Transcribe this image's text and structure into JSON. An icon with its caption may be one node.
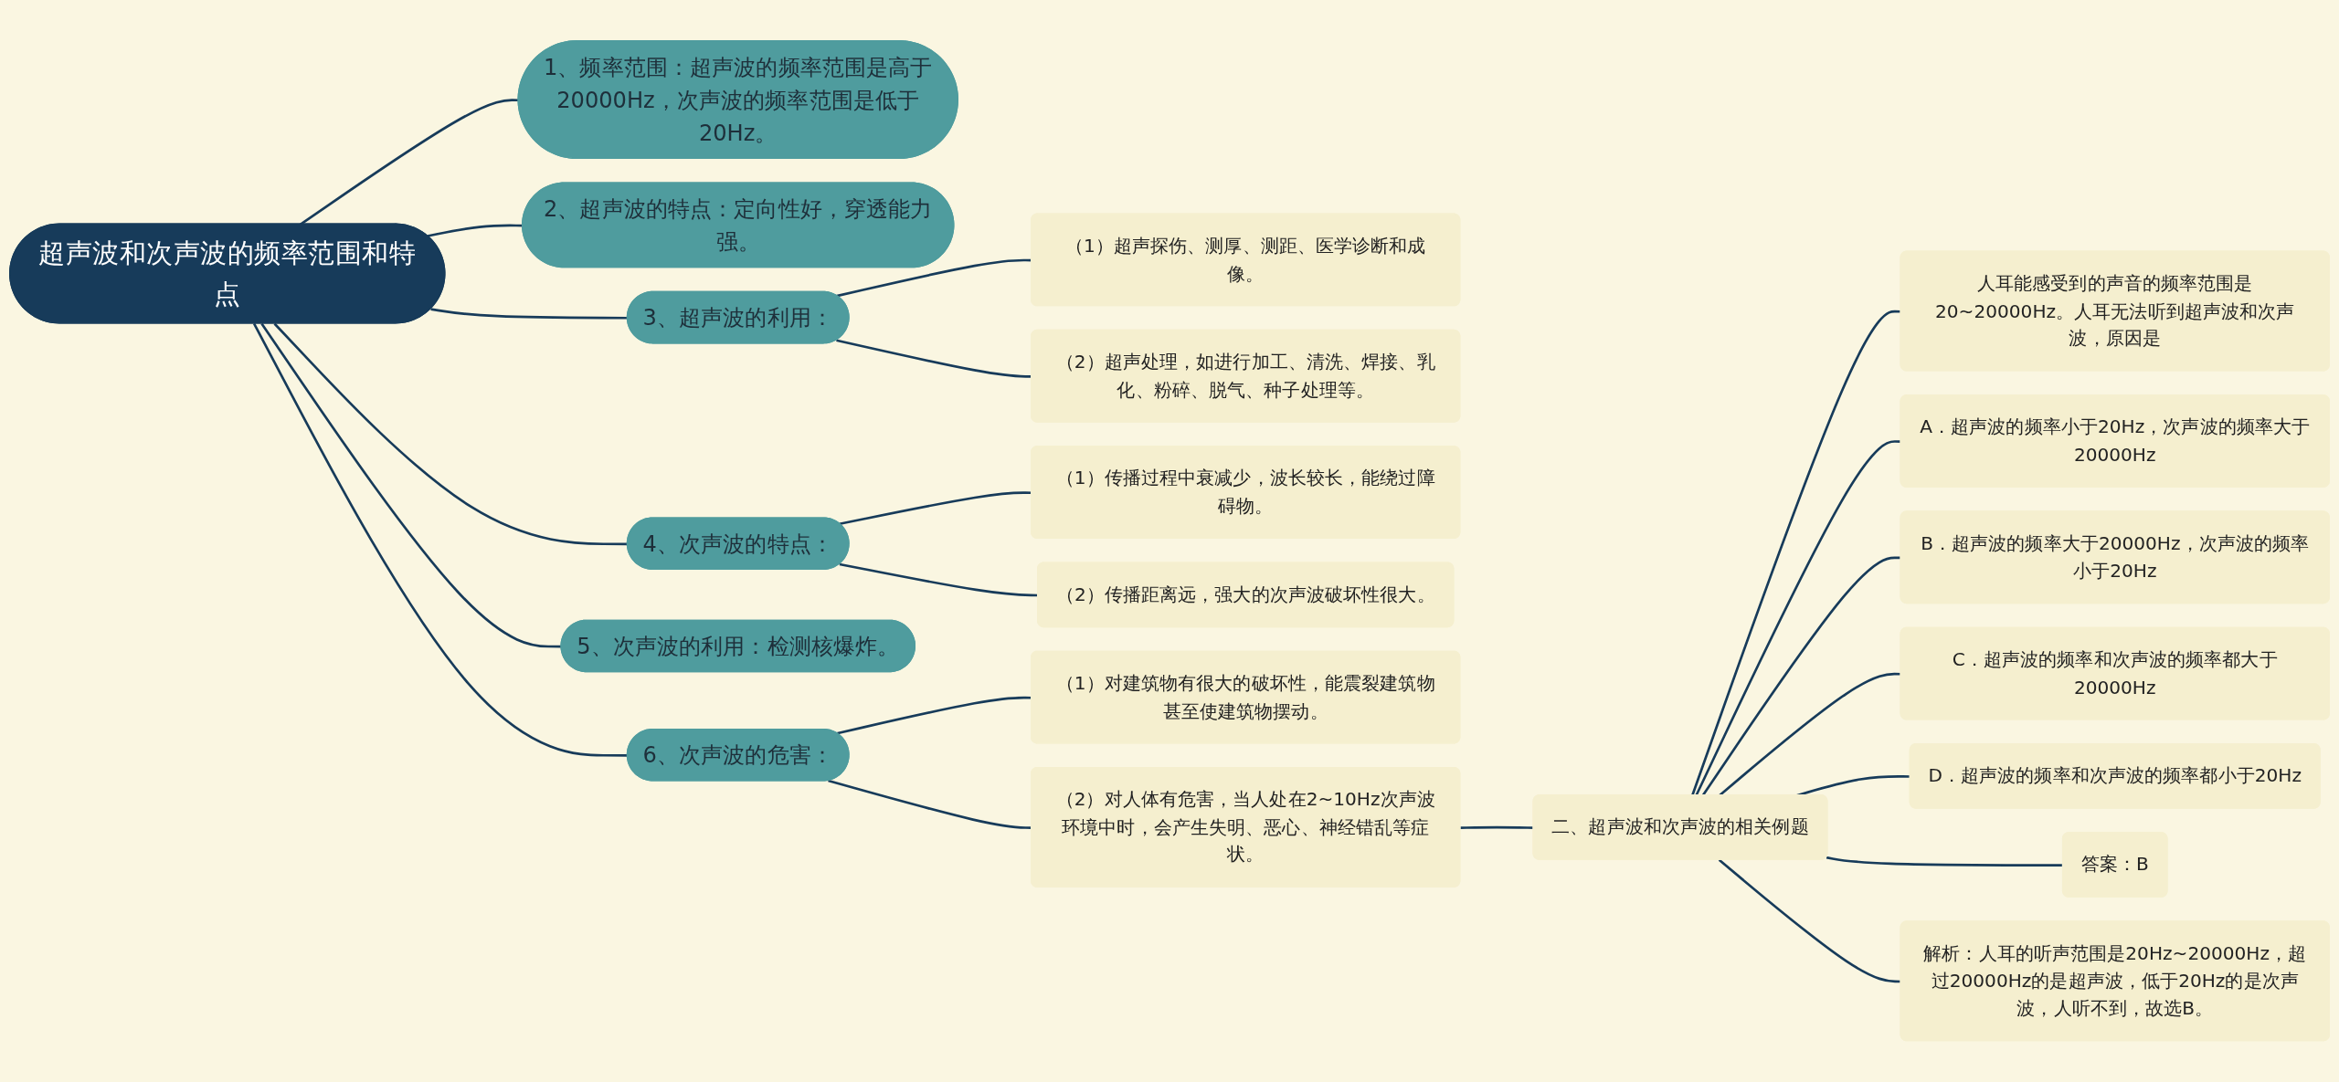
{
  "diagram": {
    "nodes": [
      {
        "text": [
          "超声波和次声波的频率范围和特点"
        ]
      },
      {
        "text": [
          "1、频率范围：超声波的频率范围是高于20000Hz，次声波的频率范围是低于20Hz。"
        ]
      },
      {
        "text": [
          "2、超声波的特点：定向性好，穿透能力强。"
        ]
      },
      {
        "text": [
          "3、超声波的利用："
        ]
      },
      {
        "text": [
          "（1）超声探伤、测厚、测距、医学诊断和成像。"
        ]
      },
      {
        "text": [
          "（2）超声处理，如进行加工、清洗、焊接、乳化、粉碎、脱气、种子处理等。"
        ]
      },
      {
        "text": [
          "4、次声波的特点："
        ]
      },
      {
        "text": [
          "（1）传播过程中衰减少，波长较长，能绕过障碍物。"
        ]
      },
      {
        "text": [
          "（2）传播距离远，强大的次声波破坏性很大。"
        ]
      },
      {
        "text": [
          "5、次声波的利用：检测核爆炸。"
        ]
      },
      {
        "text": [
          "6、次声波的危害："
        ]
      },
      {
        "text": [
          "（1）对建筑物有很大的破坏性，能震裂建筑物甚至使建筑物摆动。"
        ]
      },
      {
        "text": [
          "（2）对人体有危害，当人处在2~10Hz次声波环境中时，会产生失明、恶心、神经错乱等症状。"
        ]
      },
      {
        "text": [
          "二、超声波和次声波的相关例题"
        ]
      },
      {
        "text": [
          "人耳能感受到的声音的频率范围是20~20000Hz。人耳无法听到超声波和次声波，原因是"
        ]
      },
      {
        "text": [
          "A．超声波的频率小于20Hz，次声波的频率大于20000Hz"
        ]
      },
      {
        "text": [
          "B．超声波的频率大于20000Hz，次声波的频率小于20Hz"
        ]
      },
      {
        "text": [
          "C．超声波的频率和次声波的频率都大于20000Hz"
        ]
      },
      {
        "text": [
          "D．超声波的频率和次声波的频率都小于20Hz"
        ]
      },
      {
        "text": [
          "答案：B"
        ]
      },
      {
        "text": [
          "解析：人耳的听声范围是20Hz~20000Hz，超过20000Hz的是超声波，低于20Hz的是次声波，人听不到，故选B。"
        ]
      }
    ],
    "edges": [
      {
        "from": 0,
        "to": 1,
        "arrow": "none"
      },
      {
        "from": 0,
        "to": 2,
        "arrow": "none"
      },
      {
        "from": 0,
        "to": 3,
        "arrow": "none"
      },
      {
        "from": 3,
        "to": 4,
        "arrow": "none"
      },
      {
        "from": 3,
        "to": 5,
        "arrow": "none"
      },
      {
        "from": 0,
        "to": 6,
        "arrow": "none"
      },
      {
        "from": 6,
        "to": 7,
        "arrow": "none"
      },
      {
        "from": 6,
        "to": 8,
        "arrow": "none"
      },
      {
        "from": 0,
        "to": 9,
        "arrow": "none"
      },
      {
        "from": 0,
        "to": 10,
        "arrow": "none"
      },
      {
        "from": 10,
        "to": 11,
        "arrow": "none"
      },
      {
        "from": 10,
        "to": 12,
        "arrow": "none"
      },
      {
        "from": 12,
        "to": 13,
        "arrow": "none"
      },
      {
        "from": 13,
        "to": 14,
        "arrow": "none"
      },
      {
        "from": 13,
        "to": 15,
        "arrow": "none"
      },
      {
        "from": 13,
        "to": 16,
        "arrow": "none"
      },
      {
        "from": 13,
        "to": 17,
        "arrow": "none"
      },
      {
        "from": 13,
        "to": 18,
        "arrow": "none"
      },
      {
        "from": 13,
        "to": 19,
        "arrow": "none"
      },
      {
        "from": 13,
        "to": 20,
        "arrow": "none"
      }
    ]
  }
}
